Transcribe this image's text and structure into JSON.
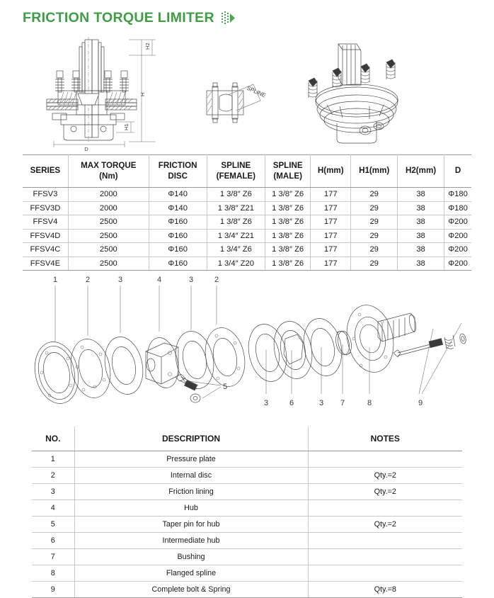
{
  "page": {
    "title": "FRICTION TORQUE LIMITER",
    "accent_color": "#3d9e43",
    "decoration_icon": "halftone-arrow-icon"
  },
  "drawings": {
    "section_view": {
      "name": "cross-section-drawing",
      "dimension_labels": [
        "H2",
        "H",
        "H1",
        "D"
      ]
    },
    "spline_detail": {
      "name": "spline-detail-drawing",
      "label": "SPLINE"
    },
    "iso_view": {
      "name": "isometric-assembly-drawing"
    }
  },
  "spec_table": {
    "headers": [
      "SERIES",
      "MAX TORQUE\n(Nm)",
      "FRICTION\nDISC",
      "SPLINE\n(FEMALE)",
      "SPLINE\n(MALE)",
      "H(mm)",
      "H1(mm)",
      "H2(mm)",
      "D"
    ],
    "header_lines": [
      [
        "SERIES",
        ""
      ],
      [
        "MAX TORQUE",
        "(Nm)"
      ],
      [
        "FRICTION",
        "DISC"
      ],
      [
        "SPLINE",
        "(FEMALE)"
      ],
      [
        "SPLINE",
        "(MALE)"
      ],
      [
        "H(mm)",
        ""
      ],
      [
        "H1(mm)",
        ""
      ],
      [
        "H2(mm)",
        ""
      ],
      [
        "D",
        ""
      ]
    ],
    "rows": [
      [
        "FFSV3",
        "2000",
        "Φ140",
        "1 3/8″ Z6",
        "1 3/8″ Z6",
        "177",
        "29",
        "38",
        "Φ180"
      ],
      [
        "FFSV3D",
        "2000",
        "Φ140",
        "1 3/8″ Z21",
        "1 3/8″ Z6",
        "177",
        "29",
        "38",
        "Φ180"
      ],
      [
        "FFSV4",
        "2500",
        "Φ160",
        "1 3/8″ Z6",
        "1 3/8″ Z6",
        "177",
        "29",
        "38",
        "Φ200"
      ],
      [
        "FFSV4D",
        "2500",
        "Φ160",
        "1 3/4″ Z21",
        "1 3/8″ Z6",
        "177",
        "29",
        "38",
        "Φ200"
      ],
      [
        "FFSV4C",
        "2500",
        "Φ160",
        "1 3/4″ Z6",
        "1 3/8″ Z6",
        "177",
        "29",
        "38",
        "Φ200"
      ],
      [
        "FFSV4E",
        "2500",
        "Φ160",
        "1 3/4″ Z20",
        "1 3/8″ Z6",
        "177",
        "29",
        "38",
        "Φ200"
      ]
    ]
  },
  "exploded_view": {
    "callouts_top": [
      "1",
      "2",
      "3",
      "4",
      "3",
      "2"
    ],
    "callouts_bottom": [
      "3",
      "6",
      "3",
      "7",
      "8",
      "9"
    ],
    "callout_side": "5"
  },
  "parts_table": {
    "headers": [
      "NO.",
      "DESCRIPTION",
      "NOTES"
    ],
    "rows": [
      [
        "1",
        "Pressure plate",
        ""
      ],
      [
        "2",
        "Internal disc",
        "Qty.=2"
      ],
      [
        "3",
        "Friction lining",
        "Qty.=2"
      ],
      [
        "4",
        "Hub",
        ""
      ],
      [
        "5",
        "Taper pin for hub",
        "Qty.=2"
      ],
      [
        "6",
        "Intermediate hub",
        ""
      ],
      [
        "7",
        "Bushing",
        ""
      ],
      [
        "8",
        "Flanged spline",
        ""
      ],
      [
        "9",
        "Complete bolt & Spring",
        "Qty.=8"
      ]
    ]
  }
}
